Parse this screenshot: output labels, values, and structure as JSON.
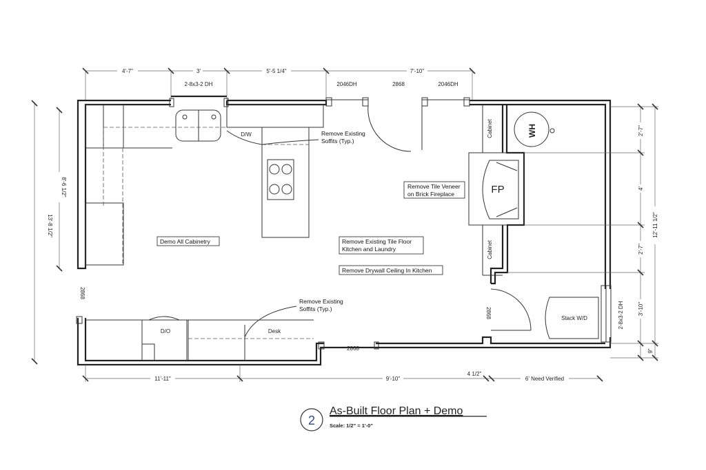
{
  "title": "As-Built Floor Plan + Demo",
  "drawing_number": "2",
  "scale": "Scale: 1/2\" = 1'-0\"",
  "dimensions": {
    "top": [
      "4'-7\"",
      "3'",
      "5'-5 1/4\"",
      "7'-10\""
    ],
    "bottom": [
      "11'-11\"",
      "9'-10\"",
      "4 1/2\"",
      "6' Need Verified"
    ],
    "left_outer": "13'-8 1/2\"",
    "left_inner": "8'-6 1/2\"",
    "right_inner": [
      "2'-7\"",
      "4'",
      "2'-7\"",
      "3'-10\"",
      "9\""
    ],
    "right_outer": "12'-11 1/2\""
  },
  "openings": {
    "window_sink": "2-8x3-2 DH",
    "window_left": "2046DH",
    "door_top": "2868",
    "window_right": "2046DH",
    "door_left": "2868",
    "door_bottom": "2868",
    "door_laundry": "2868",
    "window_laundry": "2-8x3-2 DH"
  },
  "fixtures": {
    "dishwasher": "D/W",
    "water_heater": "WH",
    "fireplace": "FP",
    "cabinet_upper": "Cabinet",
    "cabinet_lower": "Cabinet",
    "washer_dryer": "Stack W/D",
    "double_oven": "D/O",
    "desk": "Desk"
  },
  "notes": {
    "soffits_top": [
      "Remove Existing",
      "Soffits (Typ.)"
    ],
    "soffits_bottom": [
      "Remove Existing",
      "Soffits (Typ.)"
    ],
    "fireplace": [
      "Remove Tile Veneer",
      "on Brick Fireplace"
    ],
    "cabinetry": "Demo All Cabinetry",
    "floor": [
      "Remove Existing Tile Floor",
      "Kitchen and Laundry"
    ],
    "ceiling": "Remove Drywall Ceiling In Kitchen"
  }
}
